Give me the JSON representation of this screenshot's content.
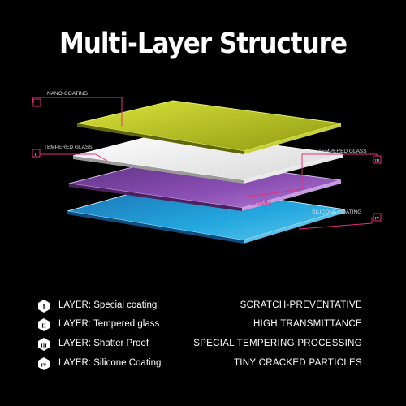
{
  "title": "Multi-Layer Structure",
  "callouts": {
    "nano": "NANO-COATING",
    "tempered_left": "TEMPERED GLASS",
    "tempered_right": "TEMPERED GLASS",
    "thickness": "0.2MM",
    "silicone": "SILICONE COATING"
  },
  "numerals": [
    "I",
    "II",
    "III",
    "IV"
  ],
  "legend": [
    {
      "left": "LAYER: Special coating",
      "right": "SCRATCH-PREVENTATIVE"
    },
    {
      "left": "LAYER: Tempered glass",
      "right": "HIGH TRANSMITTANCE"
    },
    {
      "left": "LAYER: Shatter Proof",
      "right": "SPECIAL TEMPERING PROCESSING"
    },
    {
      "left": "LAYER: Silicone Coating",
      "right": "TINY CRACKED PARTICLES"
    }
  ],
  "colors": {
    "accent": "#e0307a",
    "nano_layer": "#b7c21c",
    "glass_layer": "#f2f2f2",
    "purple_layer": "#7a3f9e",
    "blue_layer": "#1fa3d8"
  }
}
